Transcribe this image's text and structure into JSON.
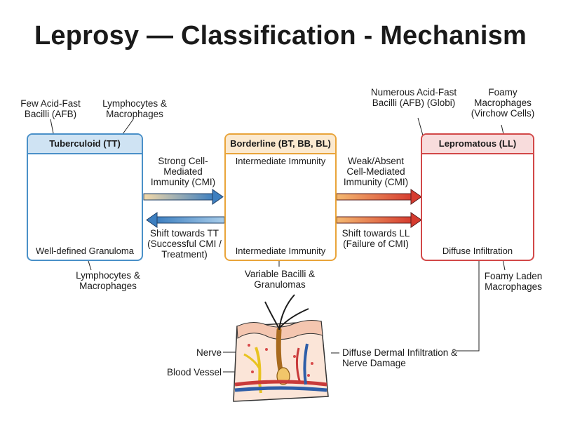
{
  "title": "Leprosy — Classification - Mechanism",
  "colors": {
    "tt": "#4a90c8",
    "tt_head": "#cfe3f3",
    "bl": "#e9a43a",
    "bl_head": "#fbe9cf",
    "ll": "#d24848",
    "ll_head": "#f8dcdc"
  },
  "tuberculoid": {
    "heading": "Tuberculoid (TT)",
    "caption": "Well-defined Granuloma",
    "label_afb": "Few Acid-Fast Bacilli (AFB)",
    "label_lymph_top": "Lymphocytes & Macrophages",
    "label_lymph_bottom": "Lymphocytes & Macrophages"
  },
  "borderline": {
    "heading": "Borderline (BT, BB, BL)",
    "caption_top": "Intermediate Immunity",
    "caption_bottom": "Intermediate Immunity",
    "label_below": "Variable Bacilli & Granulomas"
  },
  "lepromatous": {
    "heading": "Lepromatous (LL)",
    "caption": "Diffuse Infiltration",
    "label_afb": "Numerous Acid-Fast Bacilli (AFB) (Globi)",
    "label_foamy": "Foamy Macrophages (Virchow Cells)",
    "label_laden": "Foamy Laden Macrophages"
  },
  "arrows": {
    "strong_cmi": "Strong Cell-Mediated Immunity (CMI)",
    "shift_tt": "Shift towards TT (Successful CMI / Treatment)",
    "weak_cmi": "Weak/Absent Cell-Mediated Immunity (CMI)",
    "shift_ll": "Shift towards LL (Failure of CMI)"
  },
  "skin": {
    "nerve": "Nerve",
    "blood_vessel": "Blood Vessel",
    "damage": "Diffuse Dermal Infiltration & Nerve Damage"
  }
}
